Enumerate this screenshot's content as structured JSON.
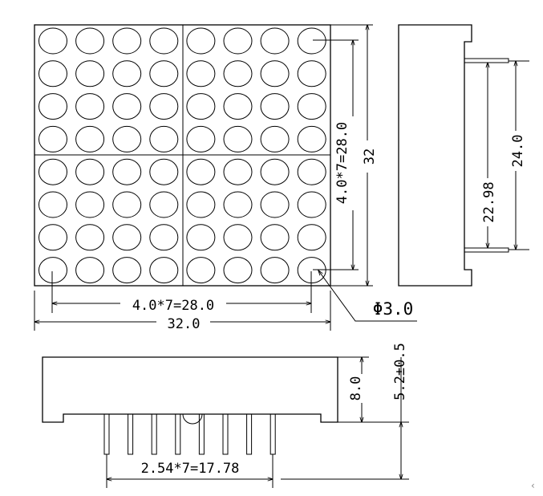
{
  "labels": {
    "top_pitch_horizontal": "4.0*7=28.0",
    "top_width": "32.0",
    "right_pitch_vertical": "4.0*7=28.0",
    "right_height": "32",
    "diameter": "Φ3.0",
    "side_inner": "22.98",
    "side_outer": "24.0",
    "bottom_pin_pitch": "2.54*7=17.78",
    "bottom_body_height": "8.0",
    "bottom_pin_length": "5.2±0.5"
  },
  "grid": {
    "rows": 8,
    "cols": 8
  },
  "pins": {
    "count": 8
  },
  "edge_mark": "‹"
}
